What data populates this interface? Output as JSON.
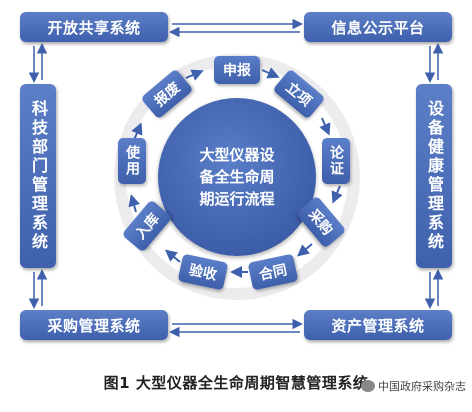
{
  "systems": {
    "top_left": "开放共享系统",
    "top_right": "信息公示平台",
    "left": "科技部门管理系统",
    "right": "设备健康管理系统",
    "bottom_left": "采购管理系统",
    "bottom_right": "资产管理系统"
  },
  "center": {
    "line1": "大型仪器设",
    "line2": "备全生命周",
    "line3": "期运行流程"
  },
  "steps": {
    "apply": "申报",
    "approve": "立项",
    "demonstrate": "论证",
    "purchase": "采购",
    "contract": "合同",
    "accept": "验收",
    "store": "入库",
    "use": "使用",
    "scrap": "报废"
  },
  "caption": "图1 大型仪器全生命周期智慧管理系统",
  "watermark": "中国政府采购杂志",
  "colors": {
    "primary": "#3f61ad",
    "ring": "#ececef",
    "arrow": "#3f61ad"
  }
}
